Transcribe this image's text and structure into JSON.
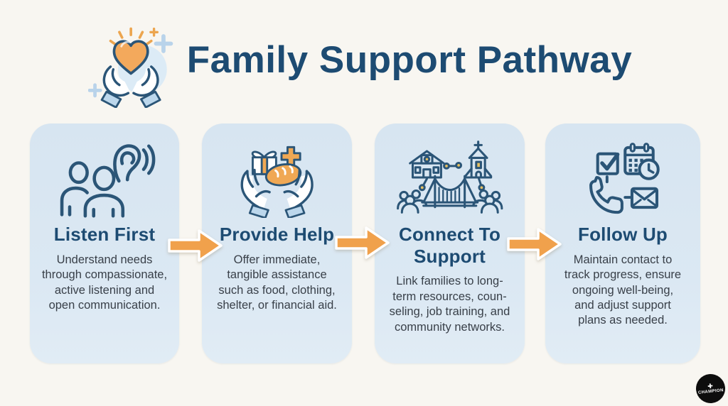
{
  "header": {
    "title": "Family Support Pathway",
    "logo": "hands-holding-heart"
  },
  "steps": [
    {
      "title": "Listen First",
      "icon": "people-listening-ear-icon",
      "body": "Understand needs\nthrough compassionate,\nactive listening and\nopen communication."
    },
    {
      "title": "Provide Help",
      "icon": "hands-offering-food-gift-icon",
      "body": "Offer immediate,\ntangible assistance\nsuch as food, clothing,\nshelter, or financial aid."
    },
    {
      "title": "Connect To\nSupport",
      "icon": "community-buildings-bridge-icon",
      "body": "Link families to long-\nterm resources, coun-\nseling, job training, and\ncommunity networks."
    },
    {
      "title": "Follow Up",
      "icon": "check-calendar-phone-mail-icon",
      "body": "Maintain contact to\ntrack progress, ensure\nongoing well-being,\nand adjust support\nplans as needed."
    }
  ],
  "colors": {
    "background": "#f8f6f1",
    "card": "#d9e7f2",
    "heading": "#1d4b72",
    "body_text": "#394049",
    "icon_stroke": "#2b5577",
    "arrow_orange": "#f0a14c",
    "accent_orange": "#f0a854",
    "accent_lightblue": "#bcd7ec",
    "node_yellow": "#e6c163"
  },
  "watermark": {
    "text": "CHAMPION"
  }
}
